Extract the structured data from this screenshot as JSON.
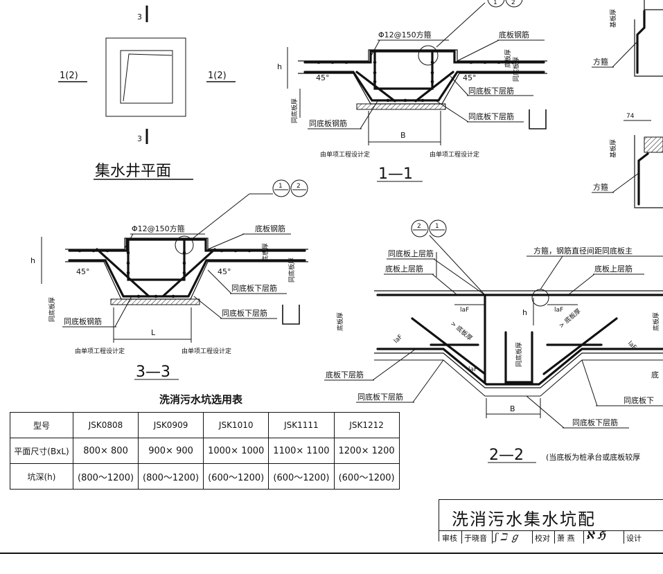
{
  "plan": {
    "title": "集水井平面",
    "mark_top": "3",
    "mark_bottom": "3",
    "mark_left": "1(2)",
    "mark_right": "1(2)"
  },
  "section_1_1": {
    "title": "1—1",
    "stirrup": "Φ12@150方箍",
    "bottom_slab_rebar": "底板钢筋",
    "same_bottom_lower": "同底板下层筋",
    "same_bottom_lower_2": "同底板下层筋",
    "same_bottom_rebar": "同底板钢筋",
    "by_project_left": "由单项工程设计定",
    "by_project_right": "由单项工程设计定",
    "dim_b": "B",
    "dim_h": "h",
    "angle_left": "45°",
    "angle_right": "45°",
    "slab_thk": "底板厚",
    "same_slab_thk": "同底板厚",
    "same_slab_thk_left": "同底板厚",
    "callout_1": "1",
    "callout_2": "2"
  },
  "section_3_3": {
    "title": "3—3",
    "stirrup": "Φ12@150方箍",
    "bottom_slab_rebar": "底板钢筋",
    "same_bottom_lower": "同底板下层筋",
    "same_bottom_lower_2": "同底板下层筋",
    "same_bottom_rebar": "同底板钢筋",
    "by_project_left": "由单项工程设计定",
    "by_project_right": "由单项工程设计定",
    "dim_l": "L",
    "dim_h": "h",
    "angle_left": "45°",
    "angle_right": "45°",
    "slab_thk": "底板厚",
    "same_slab_thk": "同底板厚",
    "same_slab_thk_left": "同底板厚",
    "callout_1": "1",
    "callout_2": "2"
  },
  "section_2_2": {
    "title": "2—2",
    "note": "(当底板为桩承台或底板较厚",
    "callout_2": "2",
    "callout_1": "1",
    "same_upper": "同底板上层筋",
    "upper_left": "底板上层筋",
    "upper_right": "底板上层筋",
    "stirrup_note": "方箍，钢筋直径间距同底板主",
    "lower_left": "底板下层筋",
    "same_lower_left": "同底板下层筋",
    "same_lower_right": "同底板下",
    "same_lower_bottom": "同底板下层筋",
    "lower_right_cut": "底",
    "laf": "laF",
    "dim_b": "B",
    "dim_h": "h",
    "slab_thk": "底板厚",
    "same_slab_thk": "同底板厚",
    "slab_thk_right": "底板厚",
    "gt_slab_thk": "> 底板厚"
  },
  "right_details": {
    "stirrup_top": "方箍",
    "stirrup_bottom": "方箍",
    "dim_74": "74",
    "slab_thk_top": "基板厚",
    "slab_thk_bottom": "基板厚"
  },
  "table": {
    "caption": "洗消污水坑选用表",
    "header_label": "型号",
    "models": [
      "JSK0808",
      "JSK0909",
      "JSK1010",
      "JSK1111",
      "JSK1212"
    ],
    "row_plan_label": "平面尺寸(BxL)",
    "row_plan": [
      "800× 800",
      "900× 900",
      "1000× 1000",
      "1100× 1100",
      "1200× 1200"
    ],
    "row_depth_label": "坑深(h)",
    "row_depth": [
      "(800～1200)",
      "(800～1200)",
      "(600～1200)",
      "(600～1200)",
      "(600～1200)"
    ]
  },
  "title_block": {
    "title": "洗消污水集水坑配",
    "review_label": "审核",
    "reviewer": "于晓音",
    "check_label": "校对",
    "checker": "萧 燕",
    "design_label": "设计"
  }
}
